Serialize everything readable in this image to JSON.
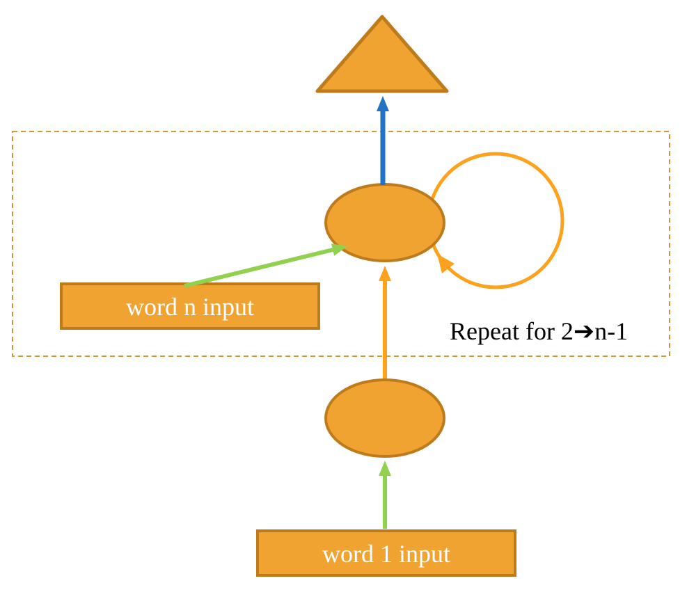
{
  "labels": {
    "word_n_input": "word n input",
    "word_1_input": "word 1 input",
    "repeat_note": "Repeat for 2➔n-1"
  },
  "colors": {
    "background": "#FFFFFF",
    "node_fill": "#F0A331",
    "node_stroke": "#BE7B1C",
    "loop_orange": "#FCA21D",
    "arrow_blue": "#2272C3",
    "arrow_green": "#92D050",
    "dashed_border": "#CD9743",
    "label_text": "#FFFFFF",
    "note_text": "#000000"
  }
}
